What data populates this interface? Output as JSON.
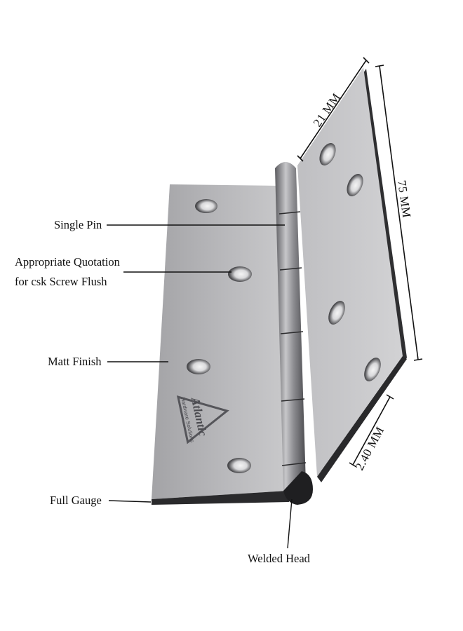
{
  "callouts": {
    "single_pin": "Single Pin",
    "quotation_line1": "Appropriate Quotation",
    "quotation_line2": "for csk Screw Flush",
    "matt_finish": "Matt Finish",
    "full_gauge": "Full Gauge",
    "welded_head": "Welded Head"
  },
  "dimensions": {
    "width": "21 MM",
    "height": "75 MM",
    "thickness": "2.40 MM"
  },
  "logo": {
    "brand": "Atlantic",
    "tagline": "Hardware Solutions"
  },
  "colors": {
    "leaf_light": "#c9c9cb",
    "leaf_mid": "#a9a9ac",
    "leaf_dark": "#7e7e82",
    "edge": "#2a2a2c",
    "hole": "#3a3a3c",
    "line": "#111111"
  }
}
